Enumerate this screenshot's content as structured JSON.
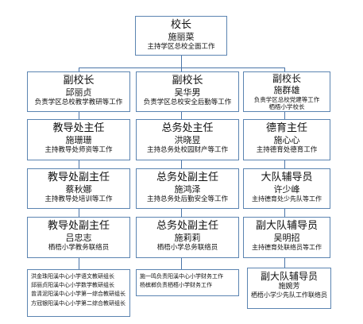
{
  "principal": {
    "title": "校长",
    "name": "施丽菜",
    "duty": "主持学区总校全面工作"
  },
  "col1": [
    {
      "title": "副校长",
      "name": "邱丽贞",
      "duty": "负责学区总校教学教研等工作"
    },
    {
      "title": "教导处主任",
      "name": "施珊珊",
      "duty": "主持教导处师资等工作"
    },
    {
      "title": "教导处副主任",
      "name": "蔡秋娜",
      "duty": "主持教导处培训等工作"
    },
    {
      "title": "教导处副主任",
      "name": "吕忠志",
      "duty": "栖梧小学教务联络员"
    }
  ],
  "col2": [
    {
      "title": "副校长",
      "name": "吴华男",
      "duty": "负责学区总校安全后勤等工作"
    },
    {
      "title": "总务处主任",
      "name": "洪晓昱",
      "duty": "主持总务处校园财产等工作"
    },
    {
      "title": "总务处副主任",
      "name": "施鸿泽",
      "duty": "主持总务处后勤安全等工作"
    },
    {
      "title": "总务处副主任",
      "name": "施莉莉",
      "duty": "栖梧小学总务联络员"
    }
  ],
  "col3": [
    {
      "title": "副校长",
      "name": "施群雄",
      "duty": "负责学区总校党建等工作",
      "duty2": "栖梧小学校长"
    },
    {
      "title": "德育主任",
      "name": "施心心",
      "duty": "主持德育处德育工作"
    },
    {
      "title": "大队辅导员",
      "name": "许少峰",
      "duty": "主持德育处少先队等工作"
    },
    {
      "title": "副大队辅导员",
      "name": "吴明招",
      "duty": "主持德育处联络员等工作"
    },
    {
      "title": "副大队辅导员",
      "name": "施婉芳",
      "duty": "栖梧小学少先队工作联络员"
    }
  ],
  "bottom1": [
    "洪金珠阳溪中心小学语文教研组长",
    "邱丽贞阳溪中心小学数学教研组长",
    "曾清泥阳溪中心小学第一综合教研组长",
    "方冠银阳溪中心小学第二综合教研组长"
  ],
  "bottom2": [
    "施一鸣负责阳溪中心小学财务工作",
    "杨槟榔负责栖梧小学财务工作"
  ]
}
